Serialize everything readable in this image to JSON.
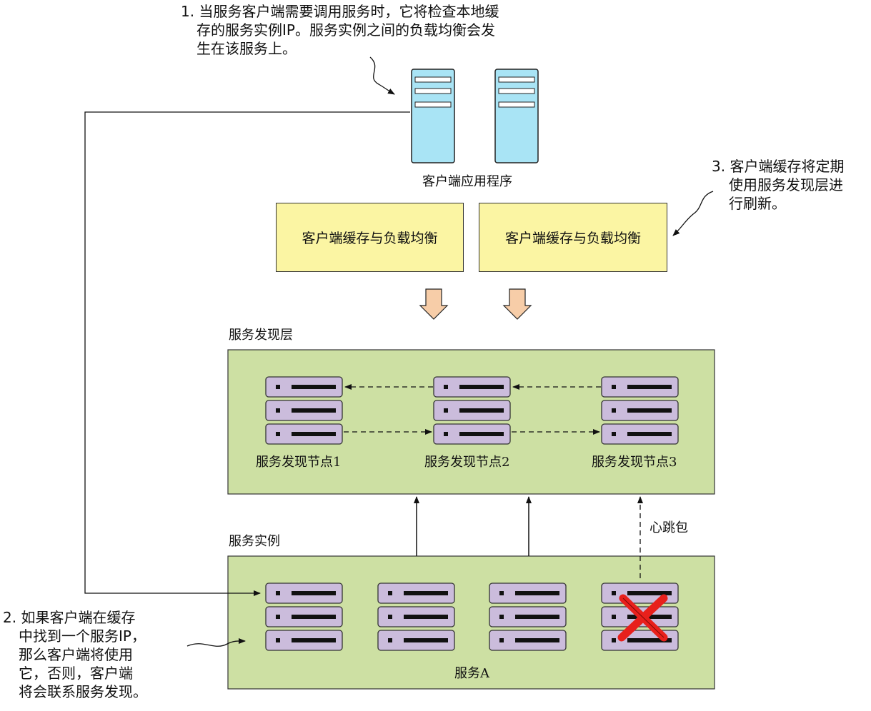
{
  "annotations": {
    "note1": [
      "1. 当服务客户端需要调用服务时，它将检查本地缓",
      "存的服务实例IP。服务实例之间的负载均衡会发",
      "生在该服务上。"
    ],
    "note2": [
      "2. 如果客户端在缓存",
      "中找到一个服务IP，",
      "那么客户端将使用",
      "它，否则，客户端",
      "将会联系服务发现。"
    ],
    "note3": [
      "3. 客户端缓存将定期",
      "使用服务发现层进",
      "行刷新。"
    ]
  },
  "client_app": {
    "label": "客户端应用程序"
  },
  "cache_boxes": [
    "客户端缓存与负载均衡",
    "客户端缓存与负载均衡"
  ],
  "discovery_layer": {
    "title": "服务发现层",
    "nodes": [
      "服务发现节点1",
      "服务发现节点2",
      "服务发现节点3"
    ]
  },
  "service_instances": {
    "title": "服务实例",
    "service_name": "服务A",
    "heartbeat_label": "心跳包"
  },
  "colors": {
    "server_fill": "#a9e4f5",
    "cache_fill": "#fbf5a3",
    "layer_fill": "#cde0a3",
    "node_fill": "#cbbcdc",
    "arrow_fill": "#f7cda8",
    "failed_mark": "#e8201c"
  }
}
